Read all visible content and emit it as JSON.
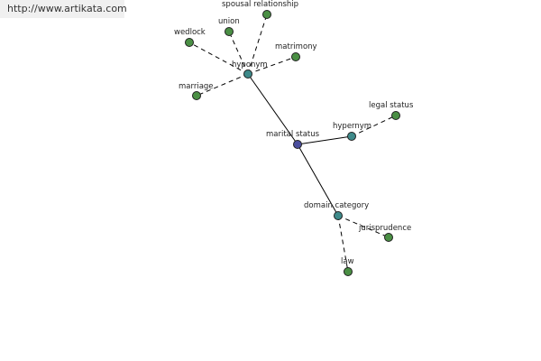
{
  "source_url": "http://www.artikata.com",
  "colors": {
    "center": "#4b4f9e",
    "hub": "#3e8a8a",
    "leaf": "#4a8f44"
  },
  "nodes": [
    {
      "id": "marital-status",
      "label": "marital status",
      "kind": "center"
    },
    {
      "id": "hyponym",
      "label": "hyponym",
      "kind": "hub"
    },
    {
      "id": "hypernym",
      "label": "hypernym",
      "kind": "hub"
    },
    {
      "id": "domain-category",
      "label": "domain category",
      "kind": "hub"
    },
    {
      "id": "spousal-relationship",
      "label": "spousal relationship",
      "kind": "leaf"
    },
    {
      "id": "union",
      "label": "union",
      "kind": "leaf"
    },
    {
      "id": "wedlock",
      "label": "wedlock",
      "kind": "leaf"
    },
    {
      "id": "matrimony",
      "label": "matrimony",
      "kind": "leaf"
    },
    {
      "id": "marriage",
      "label": "marriage",
      "kind": "leaf"
    },
    {
      "id": "legal-status",
      "label": "legal status",
      "kind": "leaf"
    },
    {
      "id": "jurisprudence",
      "label": "jurisprudence",
      "kind": "leaf"
    },
    {
      "id": "law",
      "label": "law",
      "kind": "leaf"
    }
  ],
  "edges": [
    {
      "from": "marital-status",
      "to": "hyponym",
      "style": "solid"
    },
    {
      "from": "marital-status",
      "to": "hypernym",
      "style": "solid"
    },
    {
      "from": "marital-status",
      "to": "domain-category",
      "style": "solid"
    },
    {
      "from": "hyponym",
      "to": "spousal-relationship",
      "style": "dashed"
    },
    {
      "from": "hyponym",
      "to": "union",
      "style": "dashed"
    },
    {
      "from": "hyponym",
      "to": "wedlock",
      "style": "dashed"
    },
    {
      "from": "hyponym",
      "to": "matrimony",
      "style": "dashed"
    },
    {
      "from": "hyponym",
      "to": "marriage",
      "style": "dashed"
    },
    {
      "from": "hypernym",
      "to": "legal-status",
      "style": "dashed"
    },
    {
      "from": "domain-category",
      "to": "jurisprudence",
      "style": "dashed"
    },
    {
      "from": "domain-category",
      "to": "law",
      "style": "dashed"
    }
  ]
}
